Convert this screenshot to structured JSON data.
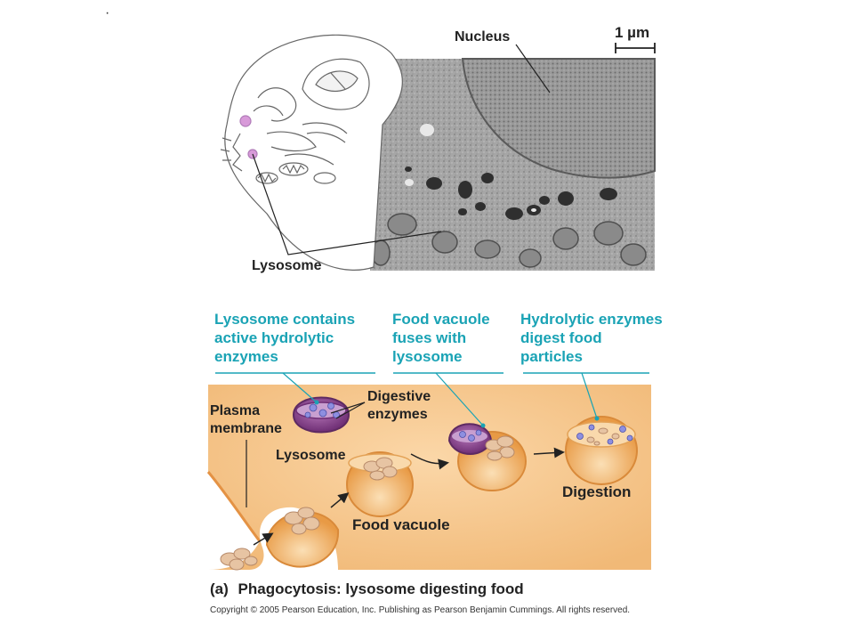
{
  "figure": {
    "dot": "·",
    "scale_bar": "1 µm",
    "micrograph_labels": {
      "nucleus": "Nucleus",
      "lysosome": "Lysosome"
    },
    "steps": [
      "Lysosome contains active hydrolytic enzymes",
      "Food vacuole fuses with lysosome",
      "Hydrolytic enzymes digest food particles"
    ],
    "diagram_labels": {
      "plasma_membrane": "Plasma membrane",
      "digestive_enzymes": "Digestive enzymes",
      "lysosome": "Lysosome",
      "food_vacuole": "Food vacuole",
      "digestion": "Digestion"
    },
    "caption": {
      "panel": "(a)",
      "text": "Phagocytosis: lysosome digesting food"
    },
    "copyright": "Copyright © 2005 Pearson Education, Inc. Publishing as Pearson Benjamin Cummings. All rights reserved.",
    "colors": {
      "label_teal": "#1aa3b5",
      "cytoplasm": "#f6c48e",
      "vacuole": "#f0b060",
      "lysosome": "#7c3a82",
      "enzyme": "#8d8fe0",
      "food": "#e7c4a3"
    }
  }
}
